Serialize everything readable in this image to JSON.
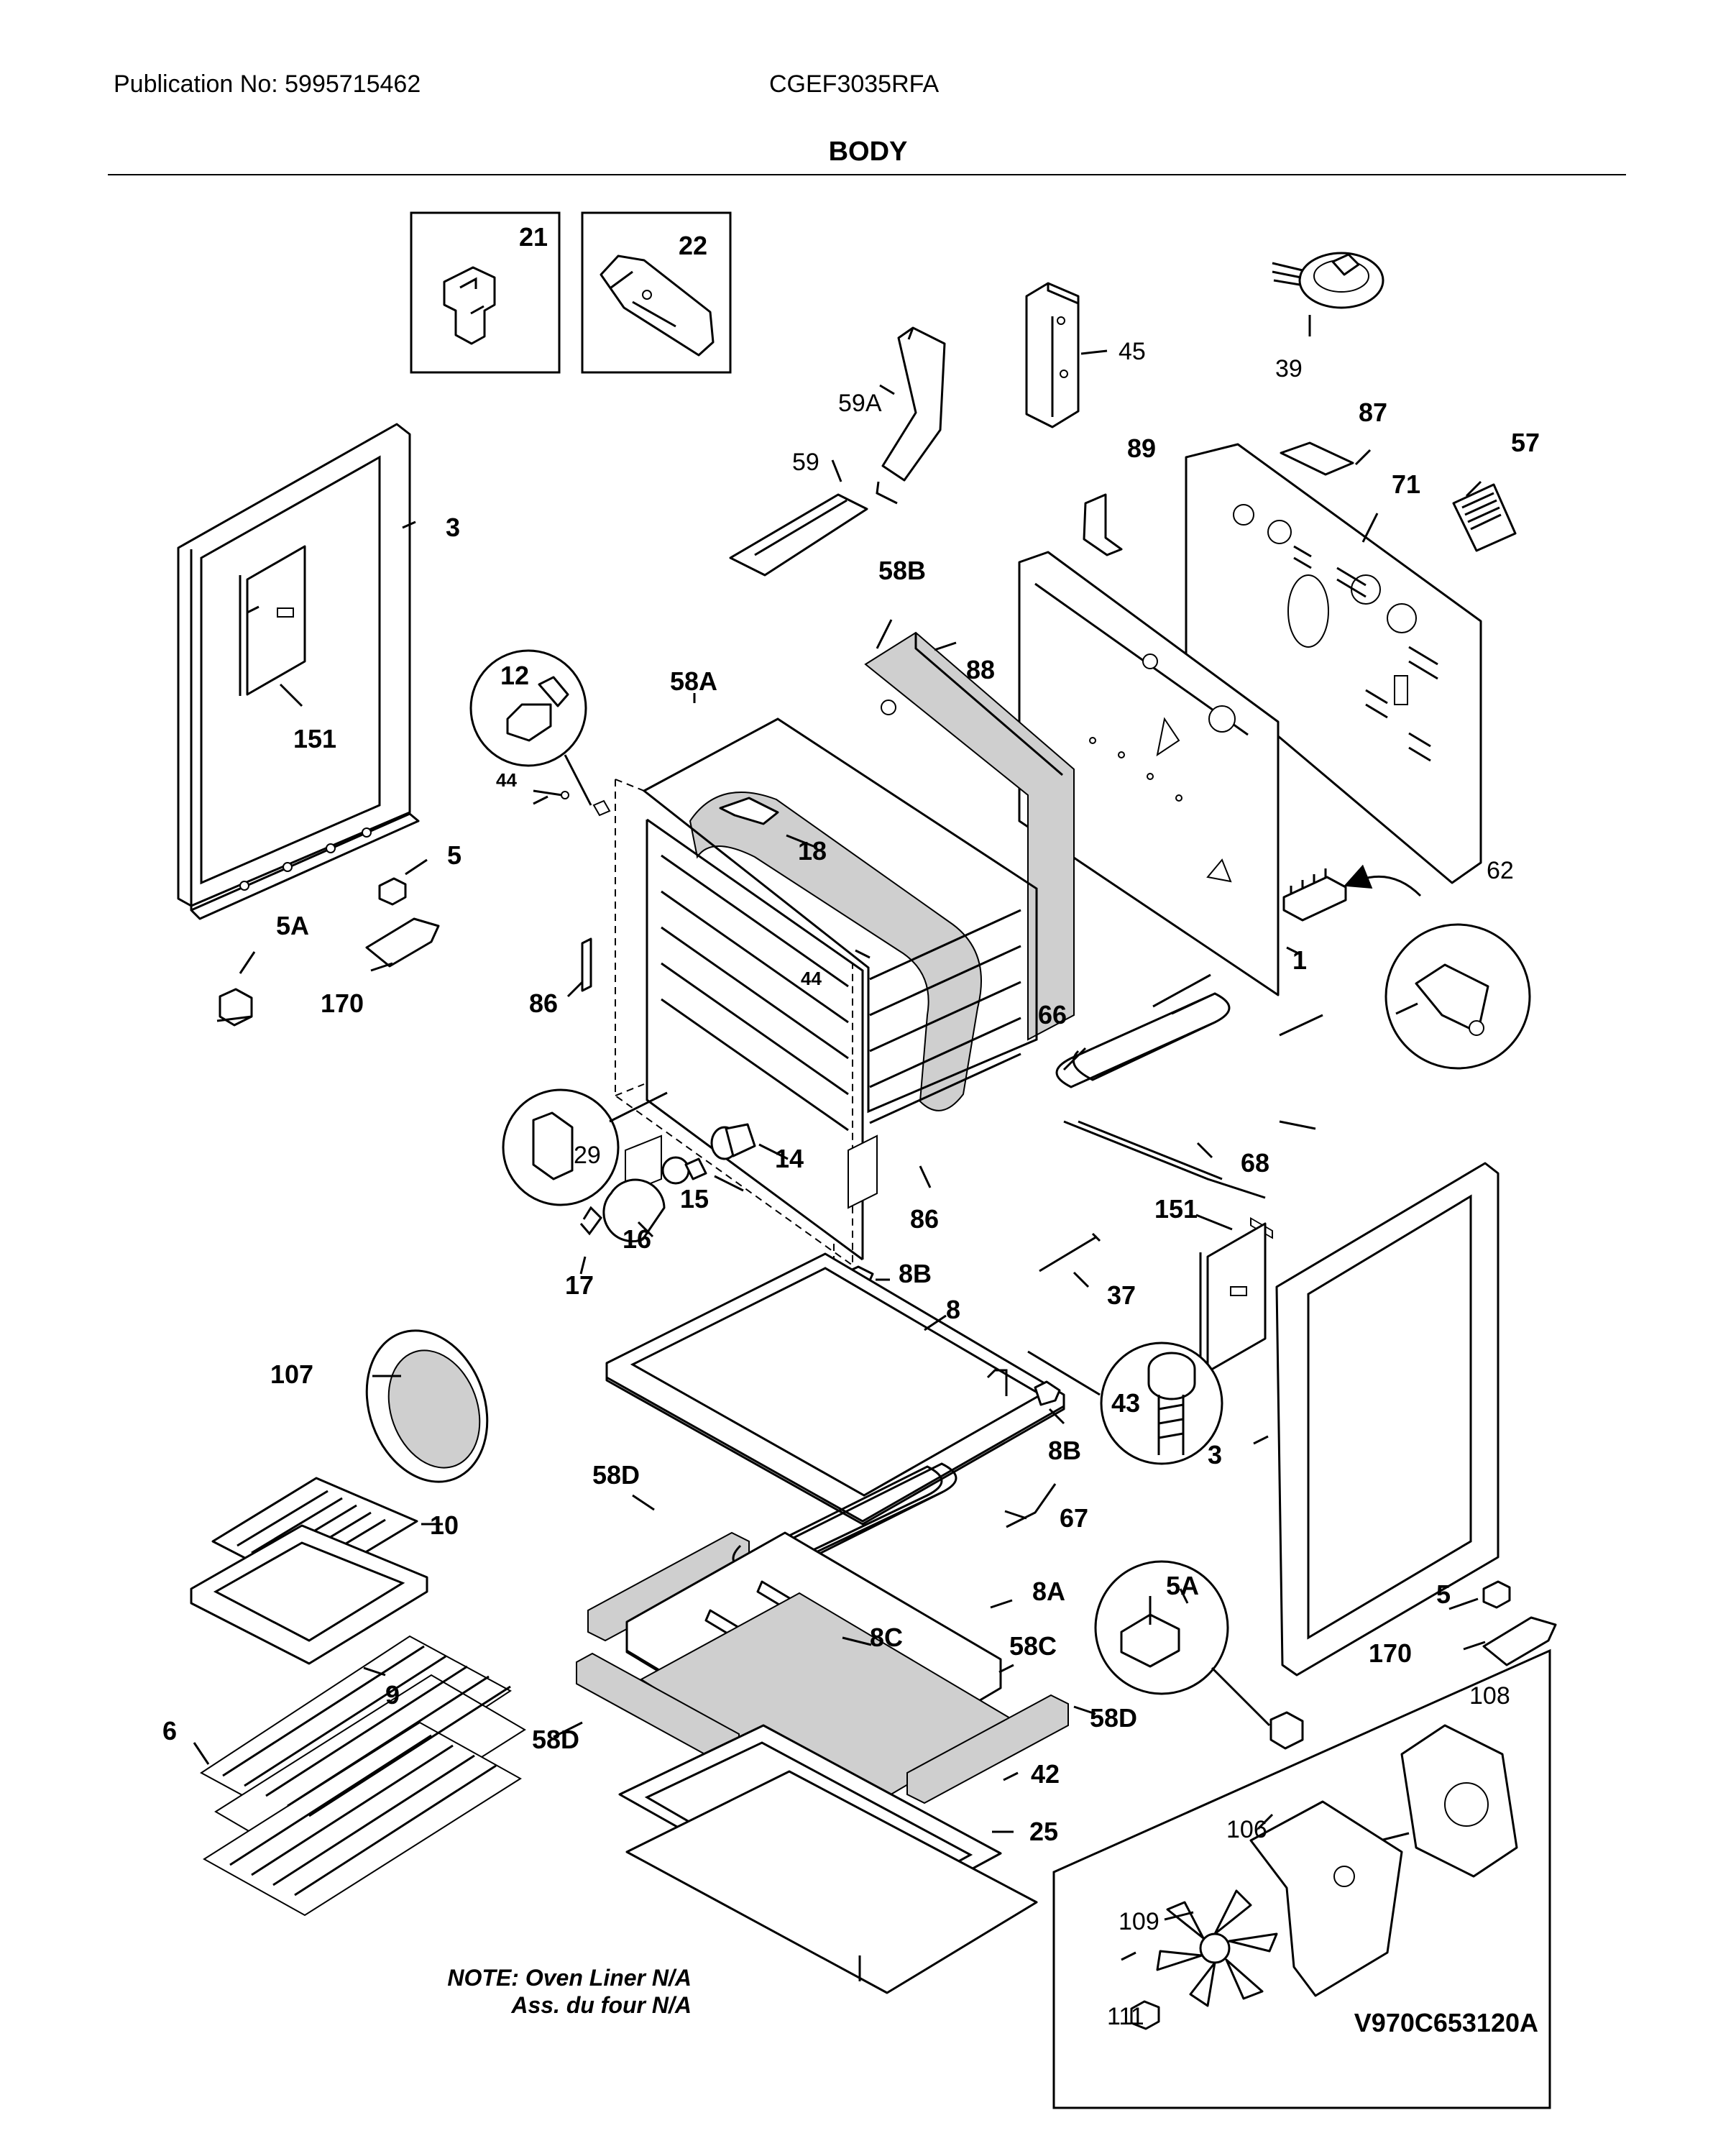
{
  "header": {
    "publication": "Publication No: 5995715462",
    "model": "CGEF3035RFA",
    "section_title": "BODY"
  },
  "callouts": {
    "c21": "21",
    "c22": "22",
    "c45": "45",
    "c39": "39",
    "c59A": "59A",
    "c59": "59",
    "c87": "87",
    "c89": "89",
    "c57": "57",
    "c71": "71",
    "c3_left": "3",
    "c58B": "58B",
    "c88": "88",
    "c12": "12",
    "c58A": "58A",
    "c151_left": "151",
    "c44_top": "44",
    "c18": "18",
    "c5_left": "5",
    "c62": "62",
    "c5A_left": "5A",
    "c1": "1",
    "c44_mid": "44",
    "c170_left": "170",
    "c86_left": "86",
    "c66": "66",
    "c29": "29",
    "c14": "14",
    "c15": "15",
    "c68": "68",
    "c86_right": "86",
    "c16": "16",
    "c151_right": "151",
    "c17": "17",
    "c8B_top": "8B",
    "c37": "37",
    "c8": "8",
    "c107": "107",
    "c43": "43",
    "c8B_bot": "8B",
    "c3_right": "3",
    "c58D_top": "58D",
    "c67": "67",
    "c10": "10",
    "c8A": "8A",
    "c5A_right": "5A",
    "c5_right": "5",
    "c8C": "8C",
    "c58C": "58C",
    "c170_right": "170",
    "c9": "9",
    "c108": "108",
    "c58D_right": "58D",
    "c6": "6",
    "c58D_left": "58D",
    "c42": "42",
    "c25": "25",
    "c106": "106",
    "c109": "109",
    "c111": "111"
  },
  "notes": {
    "line1": "NOTE: Oven Liner N/A",
    "line2": "Ass. du four N/A"
  },
  "drawing_code": "V970C653120A"
}
